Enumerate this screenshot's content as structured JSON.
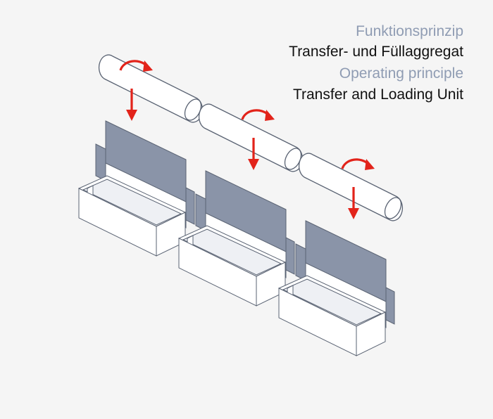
{
  "heading": {
    "de_label": "Funktionsprinzip",
    "de_title": "Transfer- und Füllaggregat",
    "en_label": "Operating principle",
    "en_title": "Transfer and Loading Unit"
  },
  "colors": {
    "background": "#f5f5f5",
    "outline": "#5a6373",
    "box_face": "#ffffff",
    "box_side": "#eef0f4",
    "flap": "#8a94a8",
    "arrow": "#e2231a",
    "label_grey": "#8f9cb3",
    "title_black": "#111111"
  },
  "units": [
    {
      "roller": "roller-cylinder",
      "arrow": "rotation-arrow-icon",
      "box": "carton-box"
    },
    {
      "roller": "roller-cylinder",
      "arrow": "rotation-arrow-icon",
      "box": "carton-box"
    },
    {
      "roller": "roller-cylinder",
      "arrow": "rotation-arrow-icon",
      "box": "carton-box"
    }
  ]
}
